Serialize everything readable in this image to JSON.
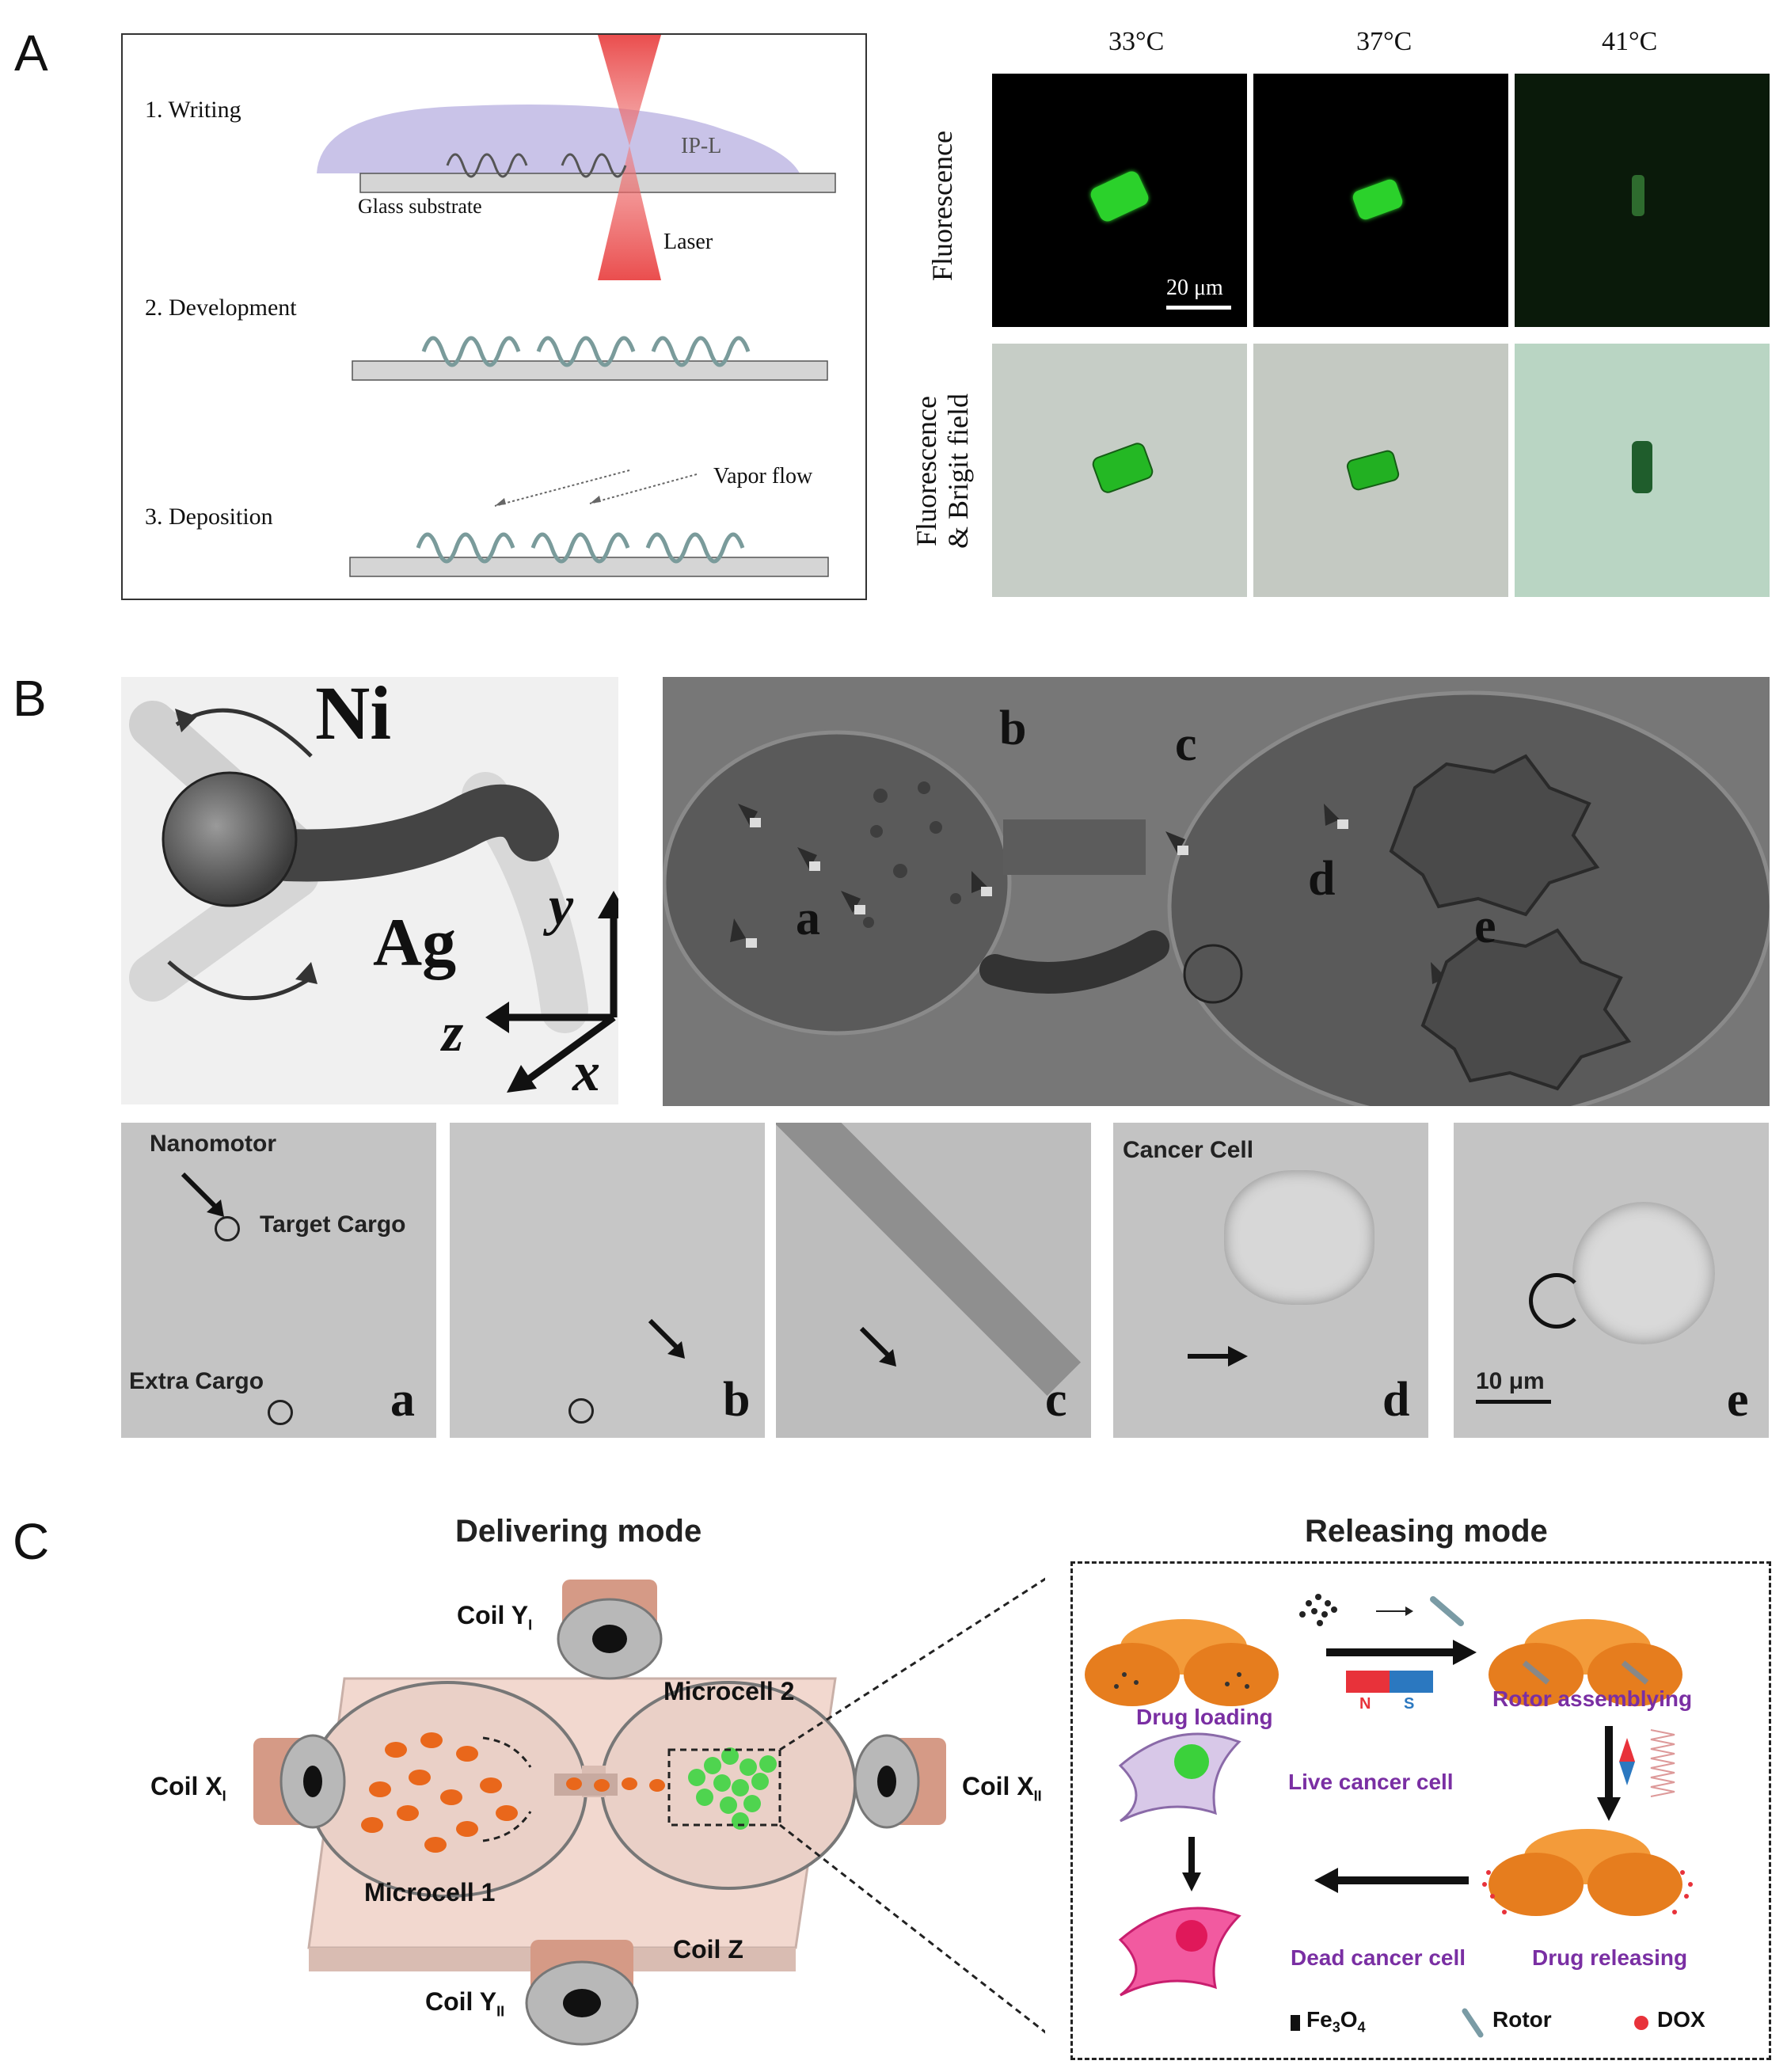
{
  "panels": {
    "a": "A",
    "b": "B",
    "c": "C"
  },
  "panelA": {
    "steps": {
      "writing": "1. Writing",
      "development": "2. Development",
      "deposition": "3. Deposition"
    },
    "labels": {
      "ipl": "IP-L",
      "glass": "Glass substrate",
      "laser": "Laser",
      "vapor": "Vapor flow"
    },
    "temps": [
      "33°C",
      "37°C",
      "41°C"
    ],
    "rows": {
      "fluorescence": "Fluorescence",
      "bright_line1": "Fluorescence",
      "bright_line2": "& Brigit field"
    },
    "scale": "20 μm"
  },
  "panelB": {
    "ni": "Ni",
    "ag": "Ag",
    "axes": {
      "x": "x",
      "y": "y",
      "z": "z"
    },
    "chamber": {
      "a": "a",
      "b": "b",
      "c": "c",
      "d": "d",
      "e": "e"
    },
    "micro": {
      "nanomotor": "Nanomotor",
      "target": "Target Cargo",
      "extra": "Extra Cargo",
      "cancer": "Cancer Cell",
      "scale": "10 μm",
      "letters": [
        "a",
        "b",
        "c",
        "d",
        "e"
      ]
    }
  },
  "panelC": {
    "delivering": "Delivering mode",
    "releasing": "Releasing mode",
    "coils": {
      "y1": "Coil Y",
      "y1_sub": "I",
      "x1": "Coil X",
      "x1_sub": "I",
      "x2": "Coil X",
      "x2_sub": "II",
      "y2": "Coil Y",
      "y2_sub": "II",
      "z": "Coil Z"
    },
    "cells": {
      "m1": "Microcell 1",
      "m2": "Microcell 2"
    },
    "steps": {
      "loading": "Drug loading",
      "assembling": "Rotor assemblying",
      "live": "Live cancer cell",
      "dead": "Dead cancer cell",
      "releasing": "Drug releasing"
    },
    "magnet": {
      "n": "N",
      "s": "S"
    },
    "legend": {
      "fe_pre": "Fe",
      "fe_sub1": "3",
      "fe_mid": "O",
      "fe_sub2": "4",
      "rotor": "Rotor",
      "dox": "DOX"
    }
  }
}
